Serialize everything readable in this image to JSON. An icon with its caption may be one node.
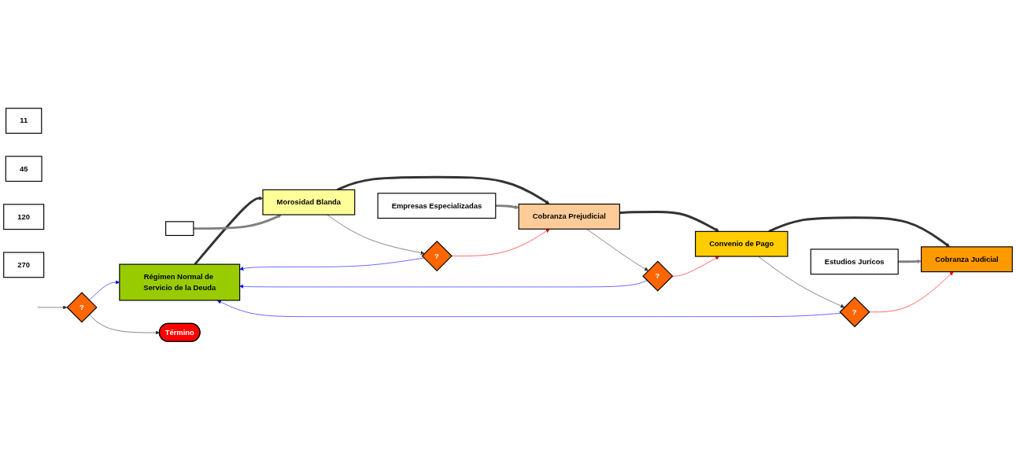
{
  "diagram": {
    "nodes": [
      {
        "text": [
          "Régimen Normal de Servicio de la Deuda"
        ]
      },
      {
        "text": [],
        "shape": "box"
      },
      {
        "text": [
          "Morosidad Blanda"
        ]
      },
      {
        "text": [
          "Empresas Especializadas"
        ]
      },
      {
        "text": [
          "Cobranza Prejudicial"
        ]
      },
      {
        "text": [
          "Estudios Jurícos"
        ]
      },
      {
        "text": [
          "Convenio de Pago"
        ]
      },
      {
        "text": [
          "Cobranza Judicial"
        ]
      },
      {
        "text": [
          "?"
        ]
      },
      {
        "text": [
          "?"
        ]
      },
      {
        "text": [
          "?"
        ]
      },
      {
        "text": [
          "?"
        ]
      },
      {
        "text": [
          "Término"
        ]
      },
      {
        "text": [
          "11"
        ]
      },
      {
        "text": [
          "45"
        ]
      },
      {
        "text": [
          "120"
        ]
      },
      {
        "text": [
          "270"
        ]
      }
    ],
    "edges": [
      {
        "from": 0,
        "to": 2,
        "arrow": "to",
        "style": "thick"
      },
      {
        "from": 2,
        "to": 4,
        "arrow": "to",
        "style": "thick"
      },
      {
        "from": 4,
        "to": 6,
        "arrow": "to",
        "style": "thick"
      },
      {
        "from": 6,
        "to": 7,
        "arrow": "to",
        "style": "thick"
      },
      {
        "from": 1,
        "to": 2,
        "arrow": "to",
        "style": "thick",
        "color": "#808080"
      },
      {
        "from": 3,
        "to": 4,
        "arrow": "to",
        "style": "thick",
        "color": "#808080"
      },
      {
        "from": 5,
        "to": 7,
        "arrow": "to",
        "style": "thick",
        "color": "#808080"
      },
      {
        "from": 2,
        "to": 8,
        "arrow": "to"
      },
      {
        "from": 8,
        "to": 0,
        "arrow": "to",
        "color": "#0000ff"
      },
      {
        "from": 8,
        "to": 4,
        "arrow": "to",
        "color": "#ff0000"
      },
      {
        "from": 4,
        "to": 9,
        "arrow": "to"
      },
      {
        "from": 9,
        "to": 0,
        "arrow": "to",
        "color": "#0000ff"
      },
      {
        "from": 9,
        "to": 6,
        "arrow": "to",
        "color": "#ff0000"
      },
      {
        "from": 6,
        "to": 10,
        "arrow": "to"
      },
      {
        "from": 10,
        "to": 0,
        "arrow": "to",
        "color": "#0000ff"
      },
      {
        "from": 10,
        "to": 7,
        "arrow": "to",
        "color": "#ff0000"
      },
      {
        "from": null,
        "to": 11,
        "arrow": "to"
      },
      {
        "from": 11,
        "to": 0,
        "arrow": "to",
        "color": "#0000ff"
      },
      {
        "from": 11,
        "to": 12,
        "arrow": "to"
      }
    ]
  }
}
